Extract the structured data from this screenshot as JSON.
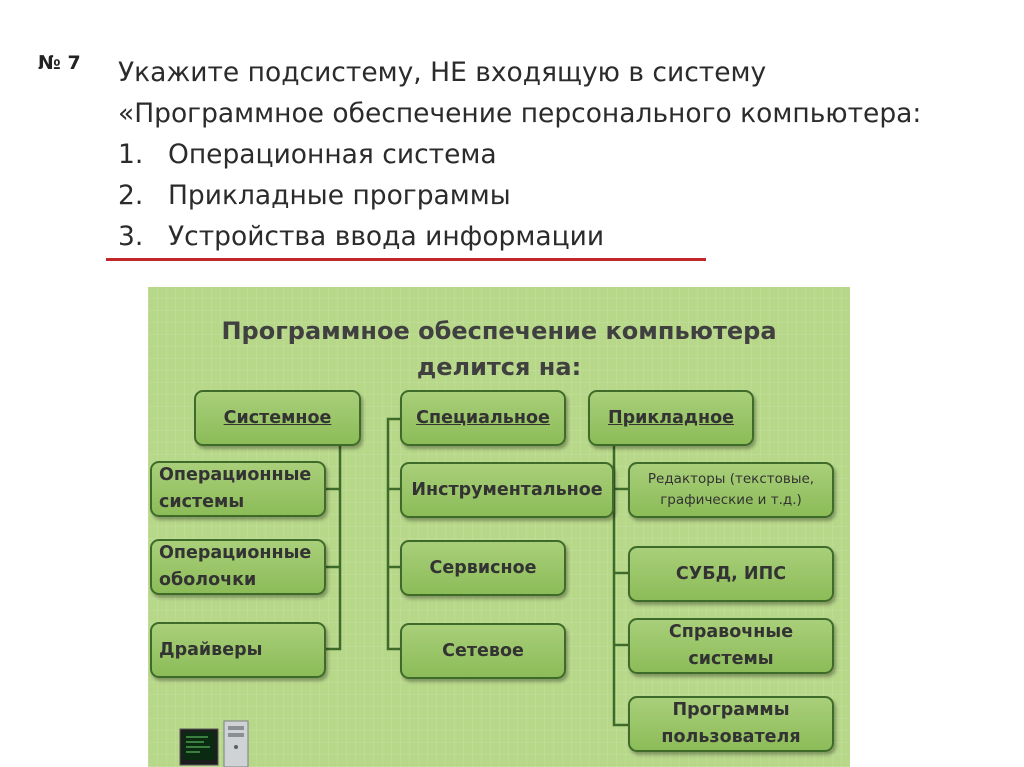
{
  "question": {
    "number": "№ 7",
    "line1": "Укажите подсистему, НЕ входящую в систему",
    "line2": "«Программное обеспечение персонального компьютера:",
    "options": [
      {
        "num": "1.",
        "text": "Операционная система"
      },
      {
        "num": "2.",
        "text": "Прикладные программы"
      },
      {
        "num": "3.",
        "text": "Устройства ввода информации"
      }
    ]
  },
  "diagram": {
    "title_line1": "Программное обеспечение компьютера",
    "title_line2": "делится на:",
    "system": {
      "header": "Системное",
      "items": [
        "Операционные системы",
        "Операционные оболочки",
        "Драйверы"
      ]
    },
    "special": {
      "header": "Специальное",
      "items": [
        "Инструментальное",
        "Сервисное",
        "Сетевое"
      ]
    },
    "applied": {
      "header": "Прикладное",
      "items": [
        "Редакторы (текстовые, графические и т.д.)",
        "СУБД, ИПС",
        "Справочные системы",
        "Программы пользователя"
      ]
    }
  },
  "colors": {
    "accent_rule": "#c0282b",
    "panel_bg": "#b7d789",
    "box_border": "#3f6b2a"
  }
}
